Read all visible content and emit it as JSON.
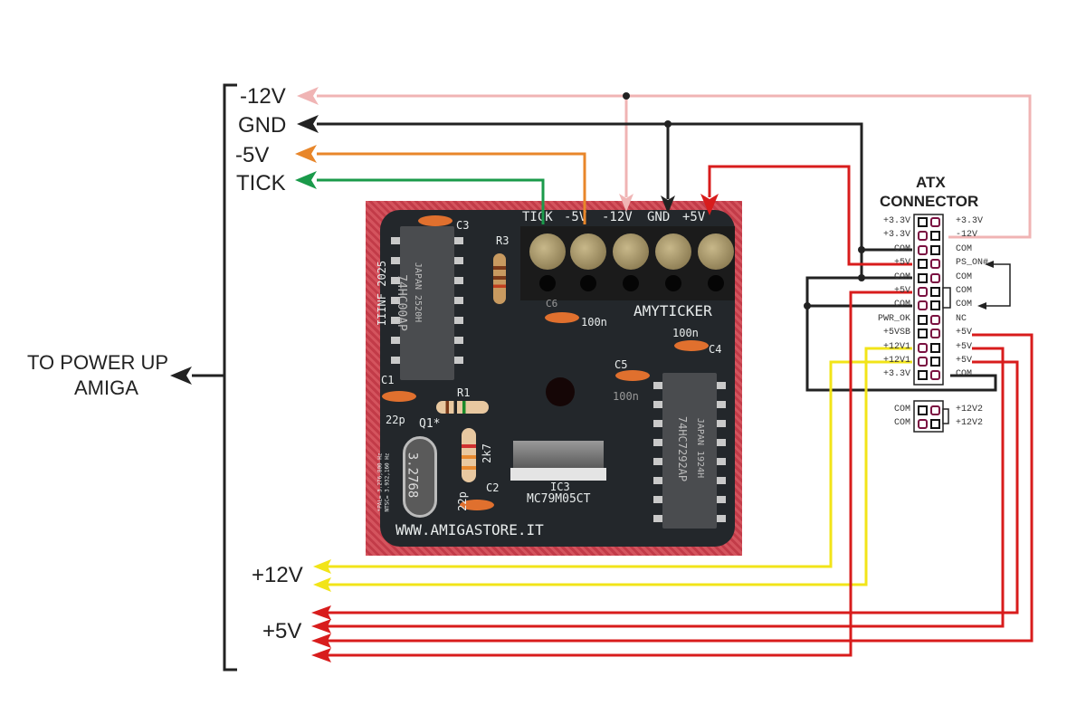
{
  "left_panel": {
    "signals": [
      "-12V",
      "GND",
      "-5V",
      "TICK"
    ],
    "output_label_line1": "TO POWER UP",
    "output_label_line2": "AMIGA",
    "bottom_signals": [
      "+12V",
      "+5V"
    ]
  },
  "pcb": {
    "terminal_labels": [
      "TICK",
      "-5V",
      "-12V",
      "GND",
      "+5V"
    ],
    "board_name": "AMYTICKER",
    "website": "WWW.AMIGASTORE.IT",
    "ic1": "74HC00AP",
    "ic1_mark": "JAPAN 2520H",
    "ic2": "74HC7292AP",
    "ic2_mark": "JAPAN 1924H",
    "regulator": "MC79M05CT",
    "regulator_ref": "IC3",
    "crystal": "3.2768",
    "crystal_ref": "Q1*",
    "crystal_note_pal": "*PAL= 3.276,800 Hz",
    "crystal_note_ntsc": "NTSC= 3.932,160 Hz",
    "side_text": "IIINF 2025",
    "components": {
      "c1": "C1",
      "c2": "C2",
      "c3": "C3",
      "c4": "C4",
      "c5": "C5",
      "c6": "C6",
      "r1": "R1",
      "r3": "R3",
      "val_22p_a": "22p",
      "val_22p_b": "22p",
      "val_100n_a": "100n",
      "val_100n_b": "100n",
      "val_100n_c": "100n",
      "val_2k7": "2k7"
    }
  },
  "atx": {
    "title_line1": "ATX",
    "title_line2": "CONNECTOR",
    "left_pins": [
      "+3.3V",
      "+3.3V",
      "COM",
      "+5V",
      "COM",
      "+5V",
      "COM",
      "PWR_OK",
      "+5VSB",
      "+12V1",
      "+12V1",
      "+3.3V"
    ],
    "right_pins": [
      "+3.3V",
      "-12V",
      "COM",
      "PS_ON#",
      "COM",
      "COM",
      "COM",
      "NC",
      "+5V",
      "+5V",
      "+5V",
      "COM"
    ],
    "aux_left": [
      "COM",
      "COM"
    ],
    "aux_right": [
      "+12V2",
      "+12V2"
    ]
  },
  "wire_colors": {
    "minus12v": "#f0b4b4",
    "gnd": "#222222",
    "minus5v": "#e8862a",
    "tick": "#1a9a4a",
    "plus5v": "#d81c1c",
    "plus12v": "#f2e418"
  }
}
